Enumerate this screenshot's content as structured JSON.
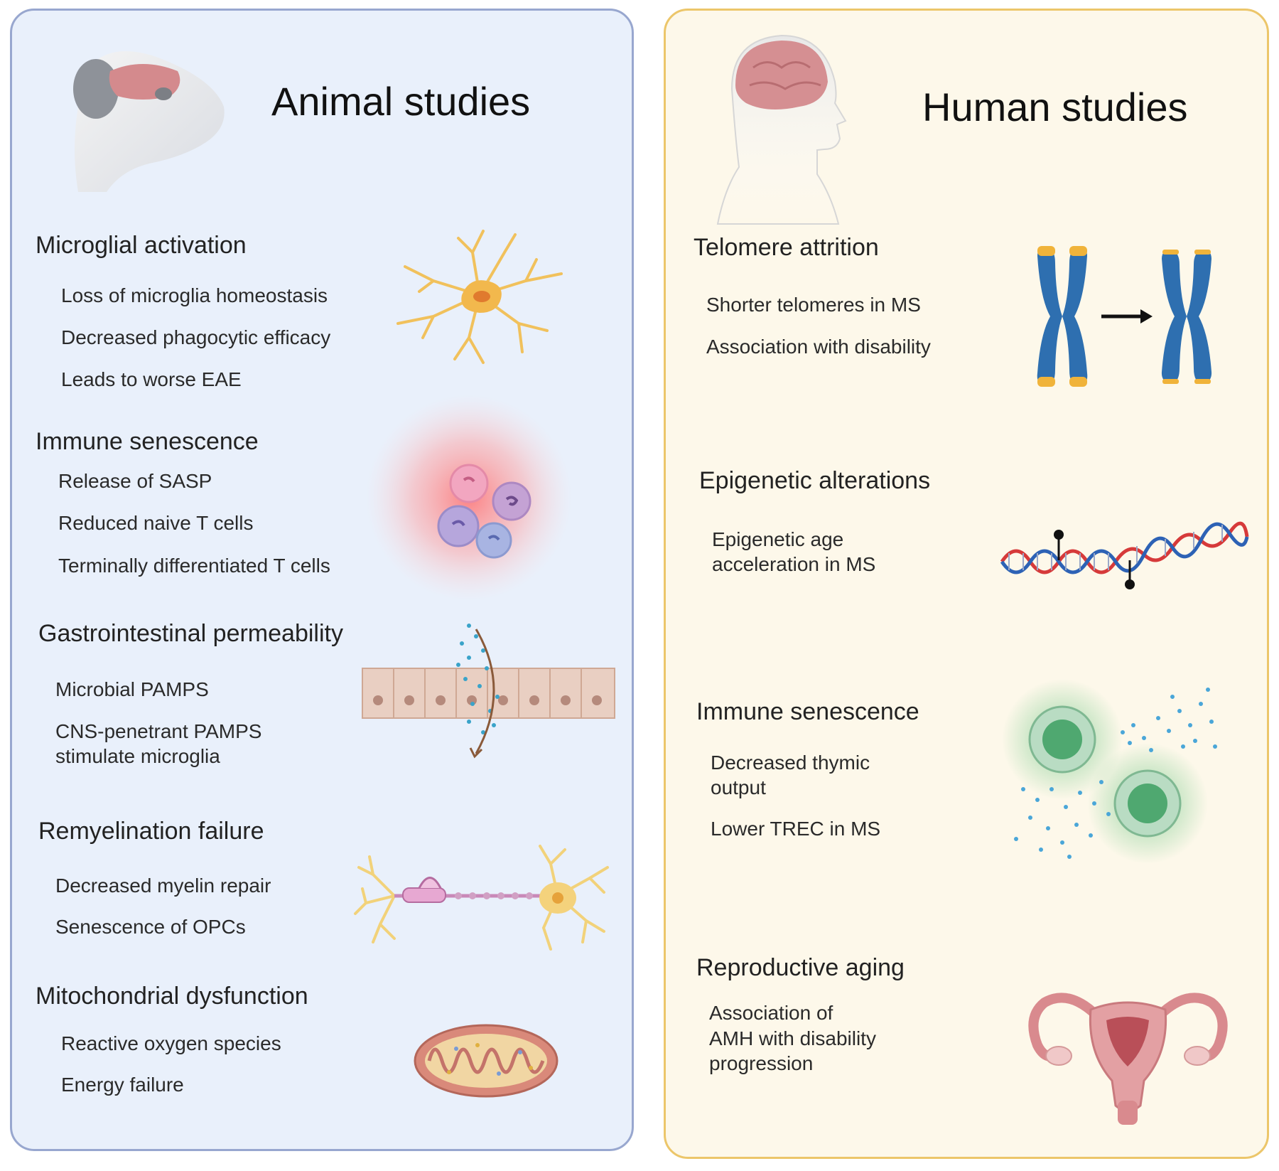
{
  "animal": {
    "title": "Animal studies",
    "sections": [
      {
        "title": "Microglial activation",
        "items": [
          "Loss of microglia homeostasis",
          "Decreased phagocytic efficacy",
          "Leads to worse EAE"
        ]
      },
      {
        "title": "Immune senescence",
        "items": [
          "Release of SASP",
          "Reduced naive T cells",
          "Terminally differentiated T cells"
        ]
      },
      {
        "title": "Gastrointestinal permeability",
        "items": [
          "Microbial PAMPS",
          "CNS-penetrant PAMPS",
          "stimulate microglia"
        ]
      },
      {
        "title": "Remyelination failure",
        "items": [
          "Decreased myelin repair",
          "Senescence of OPCs"
        ]
      },
      {
        "title": "Mitochondrial dysfunction",
        "items": [
          "Reactive oxygen species",
          "Energy failure"
        ]
      }
    ]
  },
  "human": {
    "title": "Human studies",
    "sections": [
      {
        "title": "Telomere attrition",
        "items": [
          "Shorter telomeres in MS",
          "Association with disability"
        ]
      },
      {
        "title": "Epigenetic alterations",
        "items": [
          "Epigenetic age",
          "acceleration in MS"
        ]
      },
      {
        "title": "Immune senescence",
        "items": [
          "Decreased thymic",
          "output",
          "Lower TREC in MS"
        ]
      },
      {
        "title": "Reproductive aging",
        "items": [
          "Association of",
          "AMH with disability",
          "progression"
        ]
      }
    ]
  },
  "colors": {
    "animal_bg": "#e9f0fb",
    "animal_border": "#98a7cf",
    "human_bg": "#fdf8ea",
    "human_border": "#ecc66a"
  }
}
